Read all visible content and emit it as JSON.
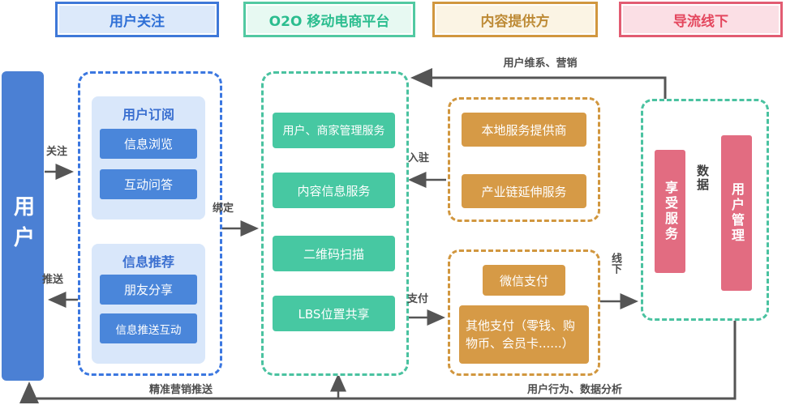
{
  "headers": {
    "follow": "用户关注",
    "platform": "O2O 移动电商平台",
    "provider": "内容提供方",
    "offline": "导流线下"
  },
  "user_bar": "用户",
  "follow_col": {
    "subscribe_title": "用户订阅",
    "subscribe_items": [
      "信息浏览",
      "互动问答"
    ],
    "recommend_title": "信息推荐",
    "recommend_items": [
      "朋友分享",
      "信息推送互动"
    ]
  },
  "platform_col": {
    "services": [
      "用户、商家管理服务",
      "内容信息服务",
      "二维码扫描",
      "LBS位置共享"
    ]
  },
  "provider_col": {
    "local": "本地服务提供商",
    "chain": "产业链延伸服务"
  },
  "payment_col": {
    "wechat": "微信支付",
    "other": "其他支付（零钱、购物币、会员卡......）"
  },
  "offline_col": {
    "enjoy": "享受服务",
    "manage": "用户管理",
    "data": "数据"
  },
  "edge_labels": {
    "follow": "关注",
    "push": "推送",
    "bind": "绑定",
    "join": "入驻",
    "pay": "支付",
    "offline": "线下",
    "top_feedback": "用户维系、营销",
    "bottom_left": "精准营销推送",
    "bottom_right": "用户行为、数据分析"
  },
  "colors": {
    "blue": "#3b77e0",
    "teal": "#47c8a2",
    "orange": "#d1973f",
    "pink": "#e4566e",
    "line": "#555555"
  }
}
